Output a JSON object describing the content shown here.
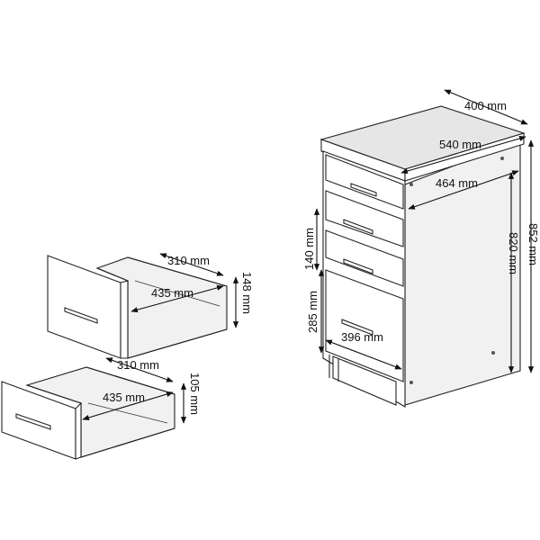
{
  "dimensions": {
    "cabinet_depth": "400 mm",
    "cabinet_width_top": "540 mm",
    "cabinet_width_inner": "464 mm",
    "cabinet_height_total": "852 mm",
    "cabinet_height_body": "820 mm",
    "small_drawer_front": "140 mm",
    "large_drawer_front": "285 mm",
    "large_drawer_width": "396 mm",
    "drawer1_depth": "310 mm",
    "drawer1_width": "435 mm",
    "drawer1_height": "148 mm",
    "drawer2_depth": "310 mm",
    "drawer2_width": "435 mm",
    "drawer2_height": "105 mm"
  }
}
